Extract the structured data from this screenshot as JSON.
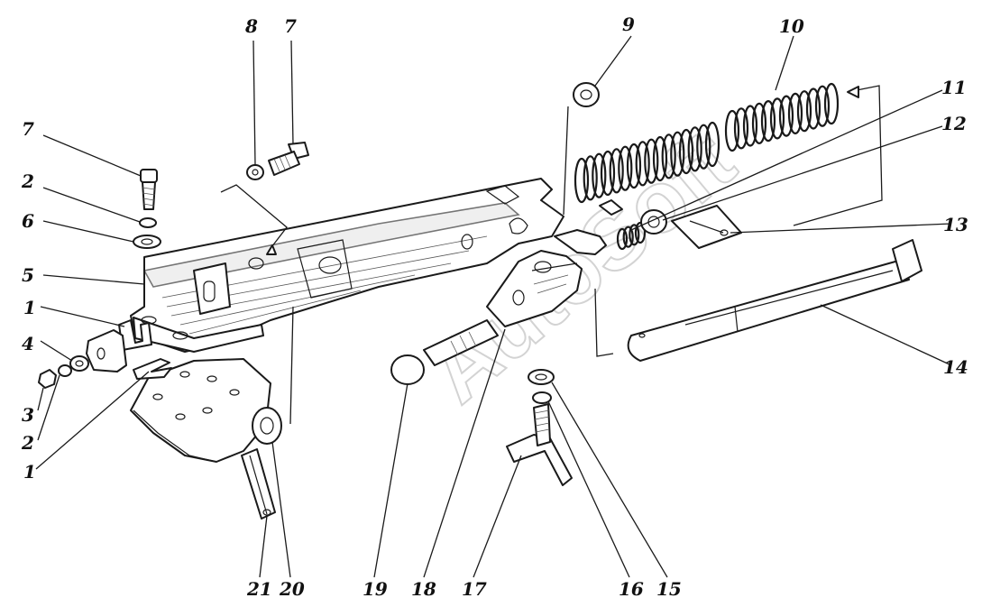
{
  "watermark": "AutoSoft",
  "callouts": [
    {
      "id": "c8",
      "label": "8"
    },
    {
      "id": "c7a",
      "label": "7"
    },
    {
      "id": "c7b",
      "label": "7"
    },
    {
      "id": "c2a",
      "label": "2"
    },
    {
      "id": "c6",
      "label": "6"
    },
    {
      "id": "c5",
      "label": "5"
    },
    {
      "id": "c1a",
      "label": "1"
    },
    {
      "id": "c4",
      "label": "4"
    },
    {
      "id": "c3",
      "label": "3"
    },
    {
      "id": "c2b",
      "label": "2"
    },
    {
      "id": "c1b",
      "label": "1"
    },
    {
      "id": "c9",
      "label": "9"
    },
    {
      "id": "c10",
      "label": "10"
    },
    {
      "id": "c11",
      "label": "11"
    },
    {
      "id": "c12",
      "label": "12"
    },
    {
      "id": "c13",
      "label": "13"
    },
    {
      "id": "c14",
      "label": "14"
    },
    {
      "id": "c15",
      "label": "15"
    },
    {
      "id": "c16",
      "label": "16"
    },
    {
      "id": "c17",
      "label": "17"
    },
    {
      "id": "c18",
      "label": "18"
    },
    {
      "id": "c19",
      "label": "19"
    },
    {
      "id": "c20",
      "label": "20"
    },
    {
      "id": "c21",
      "label": "21"
    }
  ]
}
